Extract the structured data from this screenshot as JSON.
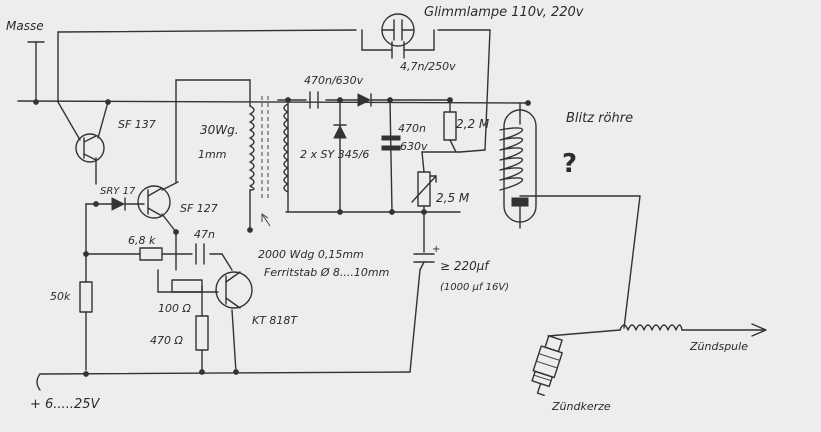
{
  "labels": {
    "masse": "Masse",
    "glimmlampe": "Glimmlampe 110v, 220v",
    "cap_470n_630": "470n/630v",
    "cap_47n_250": "4,7n/250v",
    "sf137": "SF 137",
    "sry17": "SRY 17",
    "sf127": "SF 127",
    "winding_30": "30Wg.",
    "winding_1mm": "1mm",
    "diodes": "2 x SY 345/6",
    "cap_470n": "470n",
    "cap_630v": "630v",
    "res_22m": "2,2 M",
    "res_25m": "2,5 M",
    "blitzrohre": "Blitz röhre",
    "question": "?",
    "res_68k": "6,8 k",
    "cap_47n": "47n",
    "winding_2000": "2000 Wdg 0,15mm",
    "ferritstab": "Ferritstab Ø 8....10mm",
    "elko": "≥ 220µf",
    "elko_alt": "(1000 µf 16V)",
    "res_50k": "50k",
    "res_100": "100 Ω",
    "kt818": "KT 818T",
    "res_470": "470 Ω",
    "supply": "+ 6.....25V",
    "zundspule": "Zündspule",
    "zundkerze": "Zündkerze"
  }
}
